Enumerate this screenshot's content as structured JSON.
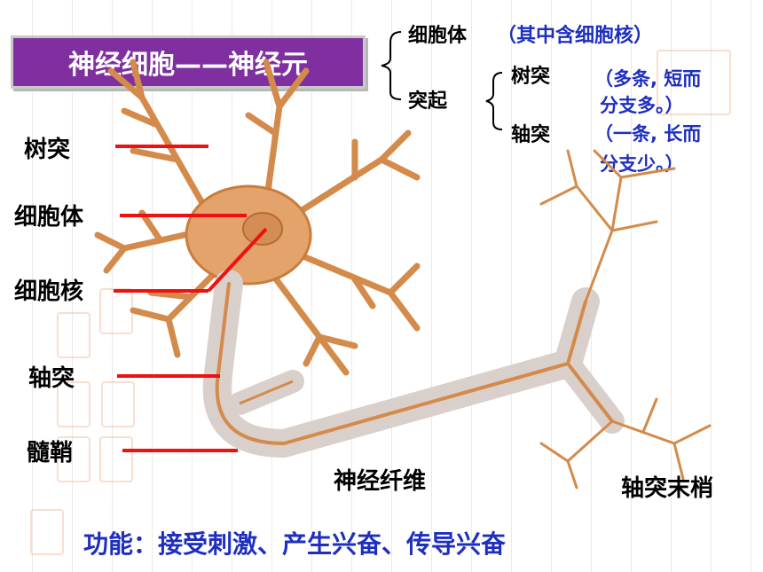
{
  "title": "神经细胞——神经元",
  "tree": {
    "cell_body": "细胞体",
    "cell_body_note": "（其中含细胞核）",
    "process": "突起",
    "dendrite": "树突",
    "dendrite_note_1": "（多条, 短而",
    "dendrite_note_2": "分支多。）",
    "axon": "轴突",
    "axon_note_1": "（一条, 长而",
    "axon_note_2": "分支少。）"
  },
  "labels": {
    "dendrite": "树突",
    "cell_body": "细胞体",
    "nucleus": "细胞核",
    "axon": "轴突",
    "myelin": "髓鞘",
    "nerve_fiber": "神经纤维",
    "axon_terminal": "轴突末梢"
  },
  "function_text": "功能：接受刺激、产生兴奋、传导兴奋",
  "colors": {
    "title_bg": "#7f2f9f",
    "neuron": "#d48a4a",
    "pointer": "#ee1111",
    "blue_text": "#1e2fbf"
  }
}
